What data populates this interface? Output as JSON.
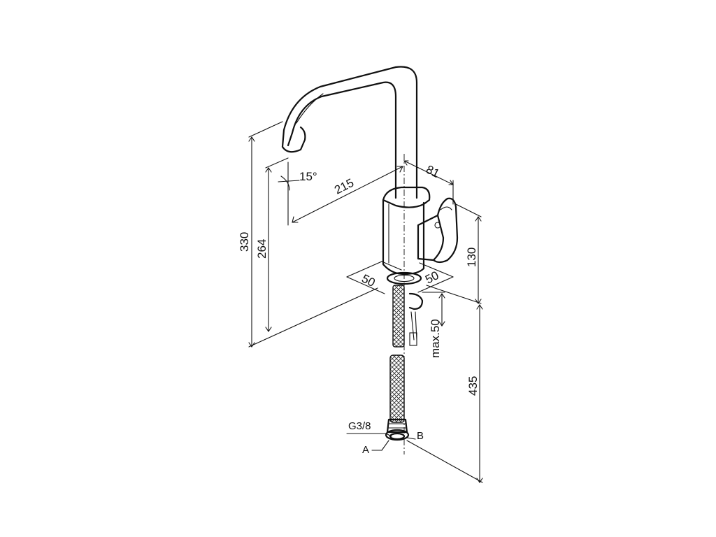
{
  "diagram": {
    "dimensions": {
      "height_total": "330",
      "spout_height": "264",
      "spout_reach": "215",
      "handle_offset": "81",
      "body_height": "130",
      "hose_length": "435",
      "base_left": "50",
      "base_right": "50",
      "deck_thickness": "max.50",
      "spout_angle": "15°"
    },
    "labels": {
      "thread": "G3/8",
      "connection_a": "A",
      "connection_b": "B"
    },
    "colors": {
      "line": "#111111",
      "background": "#ffffff"
    }
  }
}
